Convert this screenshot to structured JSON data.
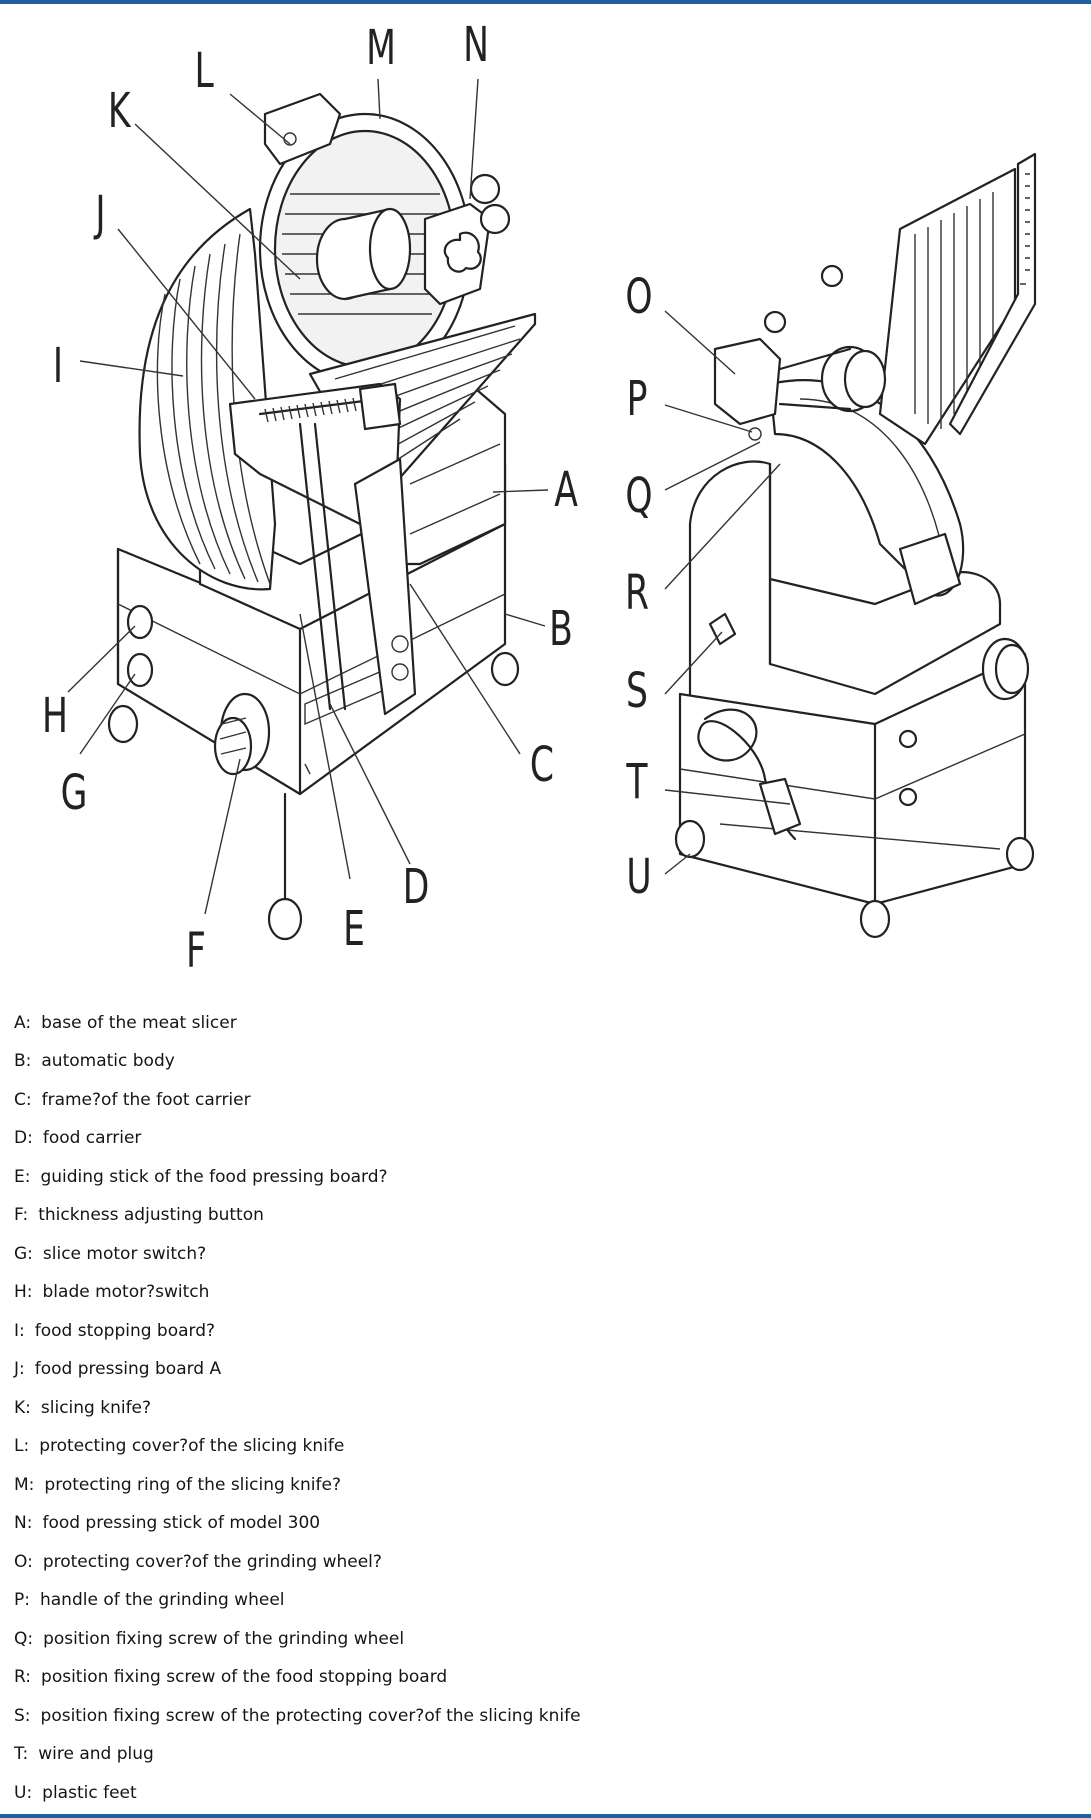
{
  "colors": {
    "accent_rule": "#1f5f9c",
    "line_art": "#222222",
    "background": "#ffffff"
  },
  "diagram": {
    "callouts": {
      "A": "A",
      "B": "B",
      "C": "C",
      "D": "D",
      "E": "E",
      "F": "F",
      "G": "G",
      "H": "H",
      "I": "I",
      "J": "J",
      "K": "K",
      "L": "L",
      "M": "M",
      "N": "N",
      "O": "O",
      "P": "P",
      "Q": "Q",
      "R": "R",
      "S": "S",
      "T": "T",
      "U": "U"
    }
  },
  "legend": [
    {
      "key": "A:",
      "text": "base of the meat slicer"
    },
    {
      "key": "B:",
      "text": "automatic body"
    },
    {
      "key": "C:",
      "text": "frame?of the foot carrier"
    },
    {
      "key": "D:",
      "text": "food carrier"
    },
    {
      "key": "E:",
      "text": "guiding stick of the food pressing board?"
    },
    {
      "key": "F:",
      "text": "thickness adjusting button"
    },
    {
      "key": "G:",
      "text": "slice motor switch?"
    },
    {
      "key": "H:",
      "text": "blade motor?switch"
    },
    {
      "key": "I:",
      "text": "food stopping board?"
    },
    {
      "key": "J:",
      "text": "food pressing board A"
    },
    {
      "key": "K:",
      "text": "slicing knife?"
    },
    {
      "key": "L:",
      "text": "protecting cover?of the slicing knife"
    },
    {
      "key": "M:",
      "text": "protecting ring of the slicing knife?"
    },
    {
      "key": "N:",
      "text": "food pressing stick of model 300"
    },
    {
      "key": "O:",
      "text": "protecting cover?of the grinding wheel?"
    },
    {
      "key": "P:",
      "text": "handle of the grinding wheel"
    },
    {
      "key": "Q:",
      "text": "position fixing screw of the grinding wheel"
    },
    {
      "key": "R:",
      "text": "position fixing screw of the food stopping board"
    },
    {
      "key": "S:",
      "text": "position fixing screw of the protecting cover?of the slicing knife"
    },
    {
      "key": "T:",
      "text": "wire and plug"
    },
    {
      "key": "U:",
      "text": "plastic feet"
    }
  ]
}
